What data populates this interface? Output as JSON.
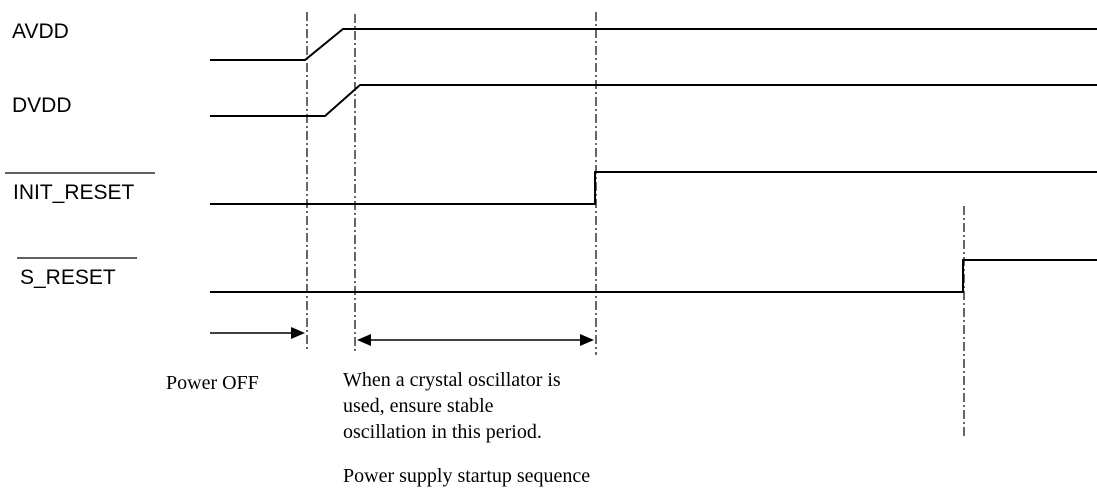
{
  "signals": [
    {
      "name": "AVDD"
    },
    {
      "name": "DVDD"
    },
    {
      "name": "INIT_RESET"
    },
    {
      "name": "S_RESET"
    }
  ],
  "annotations": {
    "power_off": "Power  OFF",
    "oscillator_lines": [
      "When a crystal oscillator is",
      "used, ensure stable",
      "oscillation in this period."
    ]
  },
  "caption": "Power supply startup sequence"
}
